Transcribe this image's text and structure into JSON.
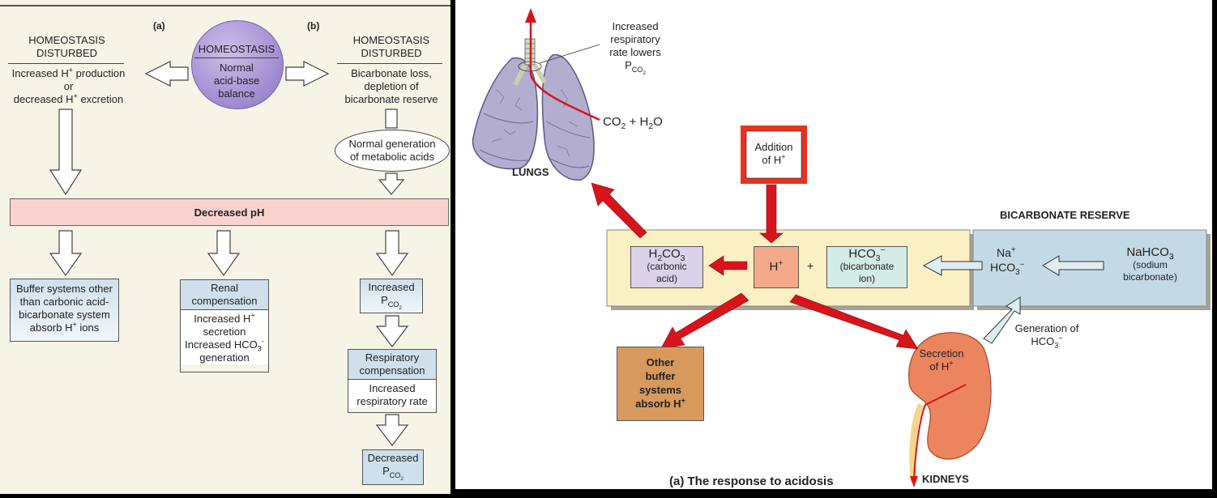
{
  "left_panel": {
    "label_a": "(a)",
    "label_b": "(b)",
    "center": {
      "title": "HOMEOSTASIS",
      "body": [
        "Normal",
        "acid-base",
        "balance"
      ]
    },
    "left_disturbed": {
      "title": [
        "HOMEOSTASIS",
        "DISTURBED"
      ],
      "line1_pre": "Increased H",
      "line1_sup": "+",
      "line1_post": " production",
      "line2": "or",
      "line3_pre": "decreased H",
      "line3_sup": "+",
      "line3_post": " excretion"
    },
    "right_disturbed": {
      "title": [
        "HOMEOSTASIS",
        "DISTURBED"
      ],
      "body": [
        "Bicarbonate loss,",
        "depletion of",
        "bicarbonate reserve"
      ]
    },
    "ellipse": [
      "Normal generation",
      "of metabolic acids"
    ],
    "decreased_ph": "Decreased pH",
    "buffer_box": {
      "lines": [
        "Buffer systems other",
        "than carbonic acid-",
        "bicarbonate system"
      ],
      "last_pre": "absorb H",
      "last_sup": "+",
      "last_post": " ions"
    },
    "renal_box": {
      "header": [
        "Renal",
        "compensation"
      ],
      "l1_pre": "Increased H",
      "l1_sup": "+",
      "l2": "secretion",
      "l3_pre": "Increased HCO",
      "l3_sub": "3",
      "l3_sup": "-",
      "l4": "generation"
    },
    "increased_pco2": {
      "line1": "Increased",
      "p": "P",
      "sub": "CO",
      "sub2": "2"
    },
    "respiratory_box": {
      "header": [
        "Respiratory",
        "compensation"
      ],
      "body": [
        "Increased",
        "respiratory rate"
      ]
    },
    "decreased_pco2": {
      "line1": "Decreased",
      "p": "P",
      "sub": "CO",
      "sub2": "2"
    }
  },
  "right_panel": {
    "lungs_label": "LUNGS",
    "resp_note": {
      "lines": [
        "Increased",
        "respiratory",
        "rate lowers"
      ],
      "p": "P",
      "sub": "CO",
      "sub2": "2"
    },
    "co2_h2o": {
      "a": "CO",
      "a_sub": "2",
      "mid": " + H",
      "b_sub": "2",
      "c": "O"
    },
    "addition": {
      "line1": "Addition",
      "line2_pre": "of H",
      "line2_sup": "+"
    },
    "h2co3": {
      "f1": "H",
      "f1_sub": "2",
      "f2": "CO",
      "f2_sub": "3",
      "l2": "(carbonic",
      "l3": "acid)"
    },
    "hplus": {
      "t": "H",
      "sup": "+"
    },
    "plus": "+",
    "hco3": {
      "f": "HCO",
      "sub": "3",
      "sup": "−",
      "l2": "(bicarbonate",
      "l3": "ion)"
    },
    "reserve_title": "BICARBONATE RESERVE",
    "na": {
      "t": "Na",
      "sup": "+"
    },
    "na_hco3": {
      "f": "HCO",
      "sub": "3",
      "sup": "−"
    },
    "nahco3": {
      "f": "NaHCO",
      "sub": "3",
      "l2": "(sodium",
      "l3": "bicarbonate)"
    },
    "generation": {
      "l1": "Generation of",
      "f": "HCO",
      "sub": "3",
      "sup": "−"
    },
    "other_buffer": {
      "lines": [
        "Other",
        "buffer",
        "systems"
      ],
      "last_pre": "absorb H",
      "last_sup": "+"
    },
    "secretion": {
      "l1": "Secretion",
      "l2_pre": "of H",
      "l2_sup": "+"
    },
    "kidneys_label": "KIDNEYS",
    "caption": "(a) The response to acidosis"
  },
  "colors": {
    "red_arrow": "#d7141b",
    "addition_border": "#e8321e",
    "carbonic_box": "#d9d2ea",
    "hplus_box": "#f4a98b",
    "bicarb_box": "#d3ece6",
    "buffer_orange": "#d79a5c",
    "reserve_blue": "#c3d9e6",
    "yellow_box": "#fbefc4"
  }
}
